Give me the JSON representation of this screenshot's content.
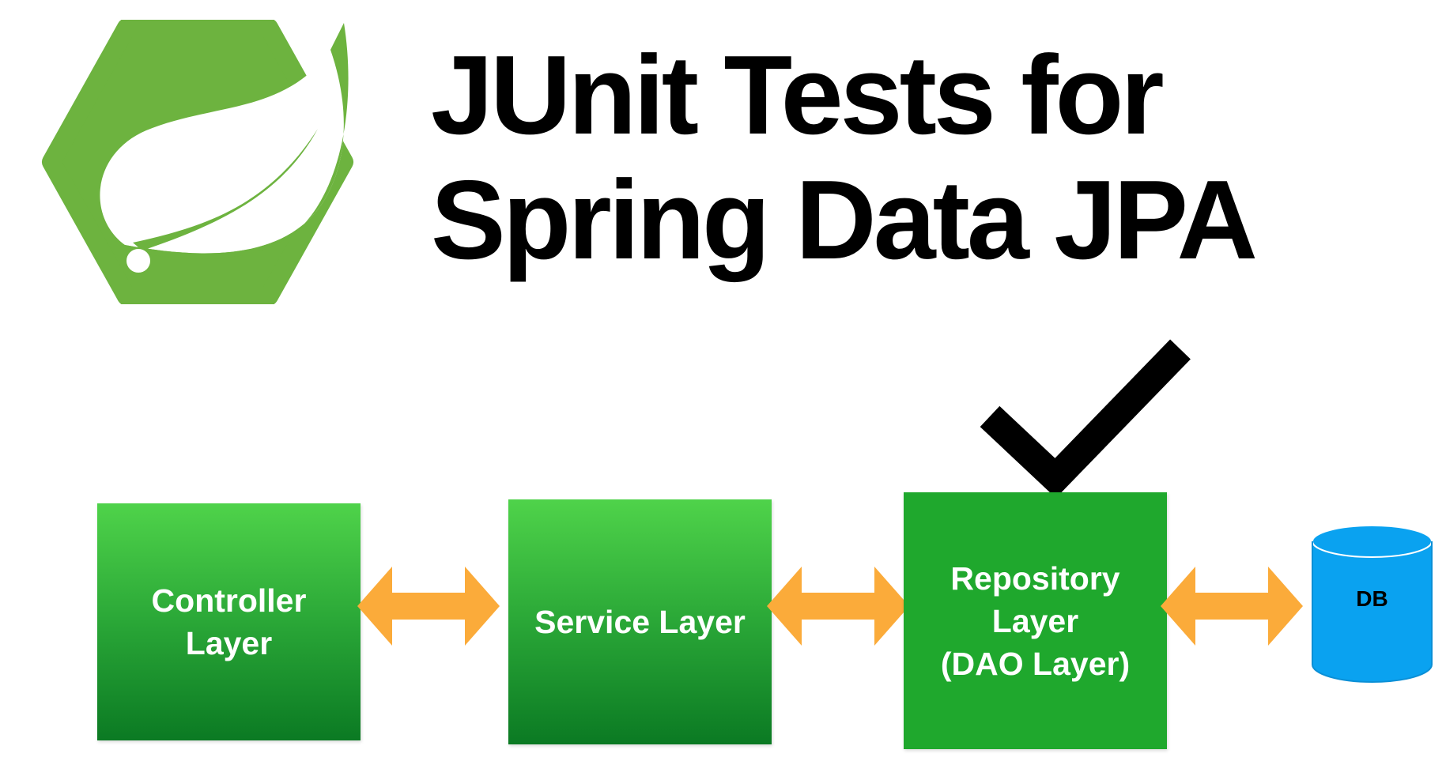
{
  "title": {
    "line1": "JUnit Tests for",
    "line2": "Spring Data JPA"
  },
  "icons": {
    "logo": "spring-leaf-icon",
    "check": "checkmark-icon",
    "arrows": "double-headed-arrow-icon",
    "database": "database-cylinder-icon"
  },
  "layers": {
    "controller": {
      "line1": "Controller",
      "line2": "Layer"
    },
    "service": {
      "label": "Service Layer"
    },
    "repository": {
      "line1": "Repository",
      "line2": "Layer",
      "line3": "(DAO Layer)"
    }
  },
  "database": {
    "label": "DB"
  },
  "colors": {
    "spring_green": "#6db33f",
    "layer_green": "#1fa82d",
    "arrow_orange": "#fbab3a",
    "db_blue": "#0aa2f0",
    "check": "#000000"
  }
}
